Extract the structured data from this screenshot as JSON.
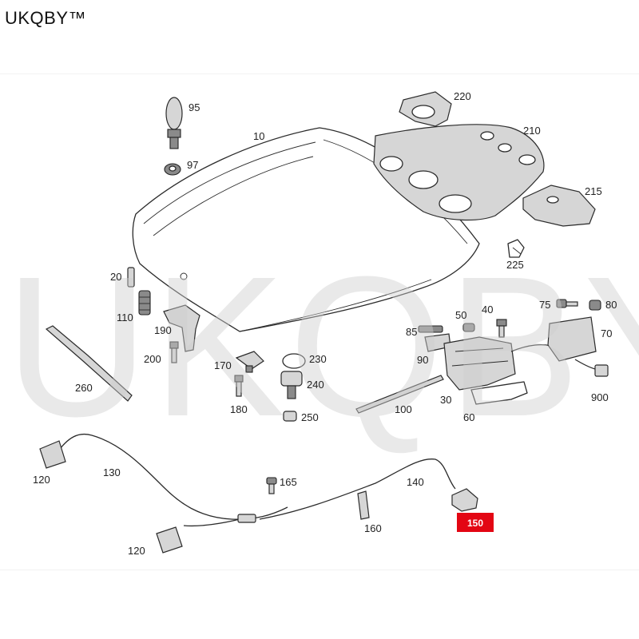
{
  "brand": "UKQBY™",
  "watermark": "UKQBY™",
  "highlight_color": "#e30613",
  "labels": {
    "l95": "95",
    "l97": "97",
    "l10": "10",
    "l220": "220",
    "l210": "210",
    "l215": "215",
    "l225": "225",
    "l20": "20",
    "l110": "110",
    "l190": "190",
    "l200": "200",
    "l260": "260",
    "l230": "230",
    "l170": "170",
    "l240": "240",
    "l180": "180",
    "l250": "250",
    "l100": "100",
    "l85": "85",
    "l90": "90",
    "l50": "50",
    "l40": "40",
    "l75": "75",
    "l80": "80",
    "l70": "70",
    "l30": "30",
    "l60": "60",
    "l900": "900",
    "l120a": "120",
    "l130": "130",
    "l165": "165",
    "l140": "140",
    "l160": "160",
    "l120b": "120",
    "l150": "150"
  }
}
